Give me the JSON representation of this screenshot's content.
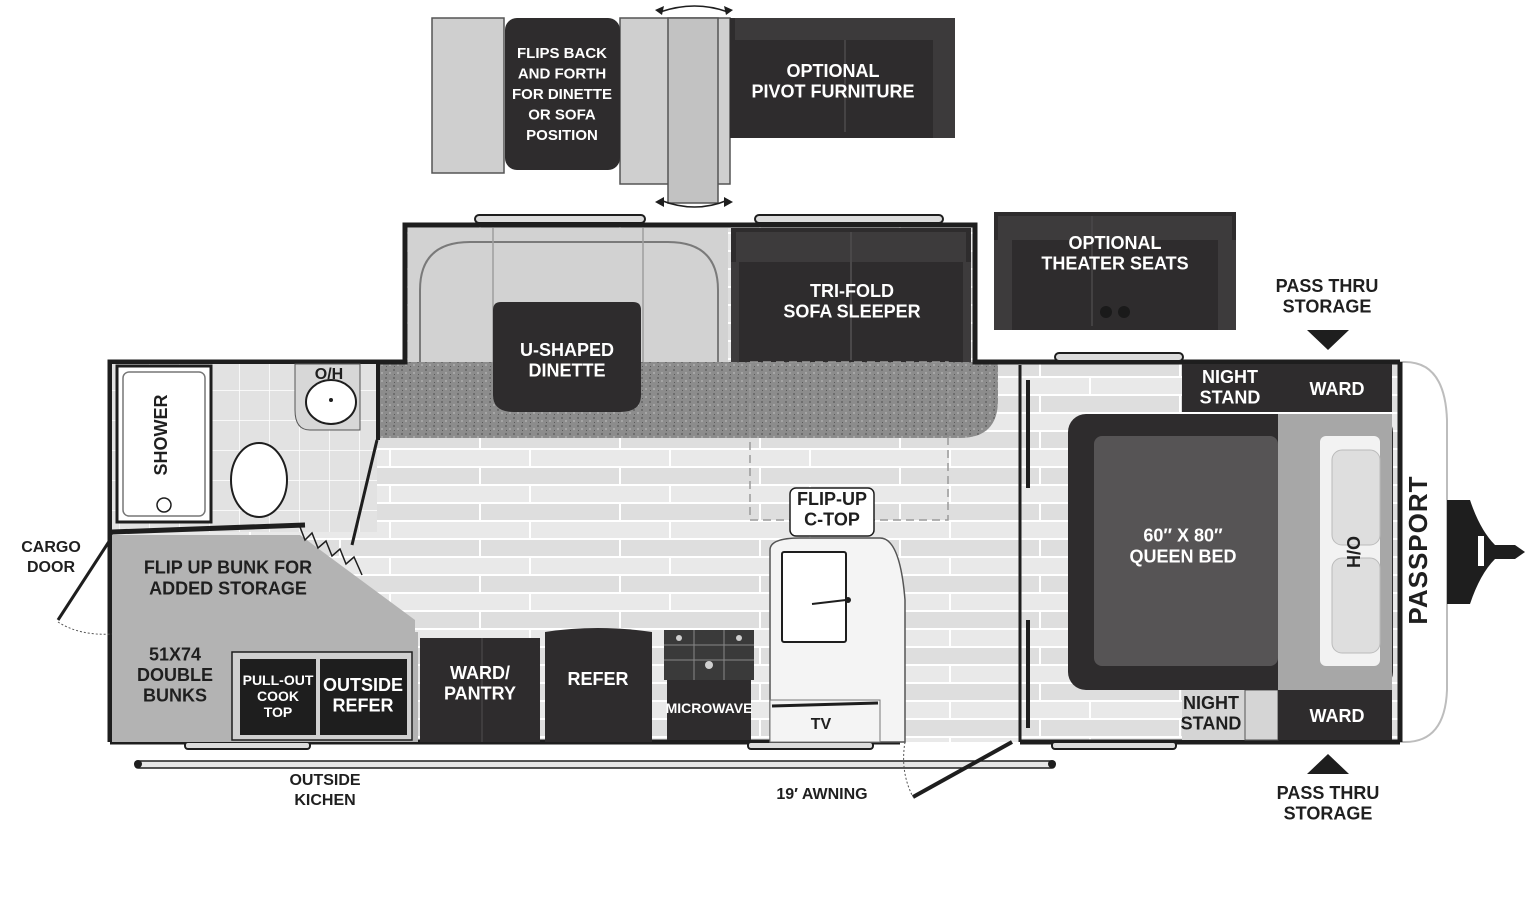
{
  "labels": {
    "pivot_flip": "FLIPS BACK\nAND FORTH\nFOR DINETTE\nOR SOFA\nPOSITION",
    "pivot_furniture": "OPTIONAL\nPIVOT FURNITURE",
    "dinette": "U-SHAPED\nDINETTE",
    "sofa": "TRI-FOLD\nSOFA SLEEPER",
    "theater": "OPTIONAL\nTHEATER SEATS",
    "pass_thru_top": "PASS THRU\nSTORAGE",
    "pass_thru_bottom": "PASS THRU\nSTORAGE",
    "night_stand_top": "NIGHT\nSTAND",
    "night_stand_bottom": "NIGHT\nSTAND",
    "ward_top": "WARD",
    "ward_bottom": "WARD",
    "queen_bed": "60″ X 80″\nQUEEN BED",
    "bed_oh": "O/H",
    "brand": "PASSPORT",
    "shower": "SHOWER",
    "bath_oh": "O/H",
    "cargo_door": "CARGO\nDOOR",
    "flip_bunk": "FLIP UP BUNK FOR\nADDED STORAGE",
    "double_bunks": "51X74\nDOUBLE\nBUNKS",
    "cooktop": "PULL-OUT\nCOOK\nTOP",
    "outside_refer": "OUTSIDE\nREFER",
    "ward_pantry": "WARD/\nPANTRY",
    "refer": "REFER",
    "microwave": "MICROWAVE",
    "tv": "TV",
    "flip_ctop": "FLIP-UP\nC-TOP",
    "outside_kitchen": "OUTSIDE\nKICHEN",
    "awning": "19′ AWNING"
  },
  "colors": {
    "wall": "#1e1e1e",
    "dark_furniture": "#2e2c2d",
    "mid_gray": "#9a9a9a",
    "light_gray": "#c4c4c4",
    "floor": "#e8e8e8",
    "carpet": "#8f8f8f"
  }
}
